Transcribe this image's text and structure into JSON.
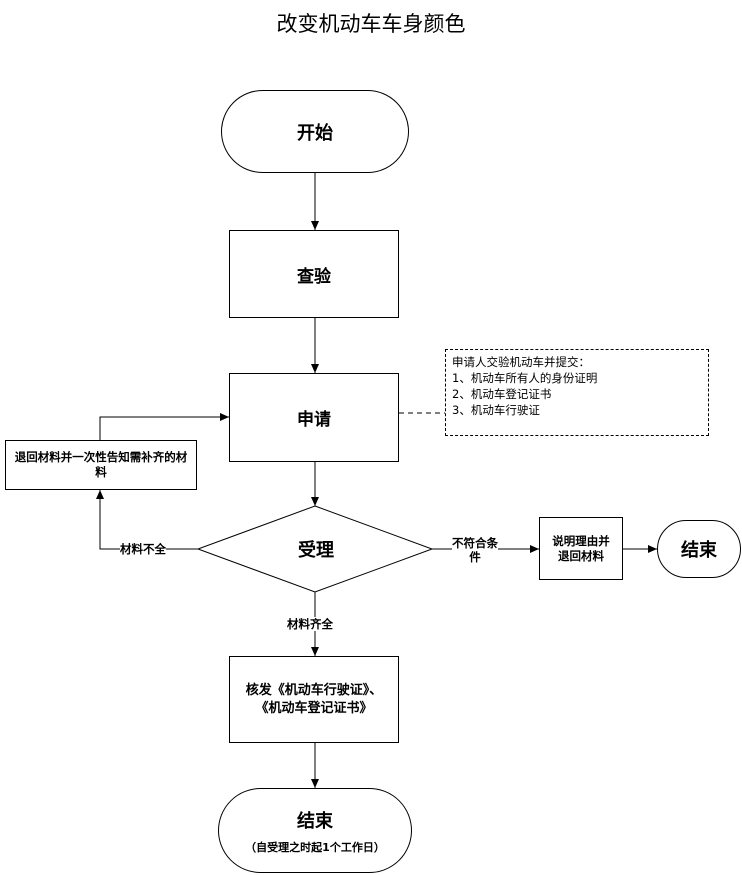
{
  "title": "改变机动车车身颜色",
  "nodes": {
    "start": "开始",
    "inspect": "查验",
    "apply": "申请",
    "return_materials": "退回材料并一次性告知需补齐的材料",
    "accept": "受理",
    "explain_return": "说明理由并退回材料",
    "end_right": "结束",
    "issue_line1": "核发《机动车行驶证》、",
    "issue_line2": "《机动车登记证书》",
    "end_bottom": "结束",
    "end_bottom_note": "（自受理之时起1个工作日）"
  },
  "note": {
    "header": "申请人交验机动车并提交：",
    "items": [
      "1、机动车所有人的身份证明",
      "2、机动车登记证书",
      "3、机动车行驶证"
    ]
  },
  "edge_labels": {
    "incomplete": "材料不全",
    "not_compliant_line1": "不符合条",
    "not_compliant_line2": "件",
    "complete": "材料齐全"
  }
}
